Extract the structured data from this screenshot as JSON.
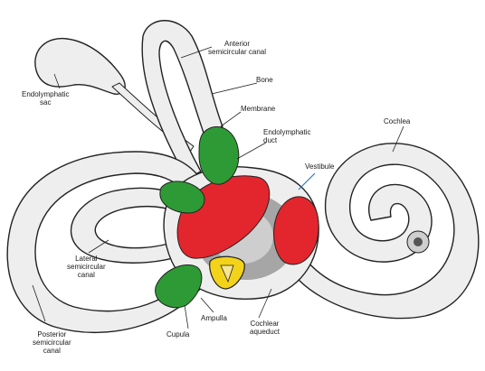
{
  "labels": {
    "anterior_canal": "Anterior\nsemicircular canal",
    "bone": "Bone",
    "membrane": "Membrane",
    "endolymphatic_sac": "Endolymphatic\nsac",
    "endolymphatic_duct": "Endolymphatic\nduct",
    "cochlea": "Cochlea",
    "vestibule": "Vestibule",
    "lateral_canal": "Lateral\nsemicircular\ncanal",
    "posterior_canal": "Posterior\nsemicircular\ncanal",
    "ampulla": "Ampulla",
    "cupula": "Cupula",
    "cochlear_aqueduct": "Cochlear\naqueduct"
  },
  "colors": {
    "bone": "#eeeeee",
    "outline": "#222222",
    "ampulla": "#2e9a35",
    "vestibule_sacs": "#e3262d",
    "cochlear_window": "#f2d31a",
    "leader": "#222222",
    "vestibule_leader": "#2a79c6"
  }
}
